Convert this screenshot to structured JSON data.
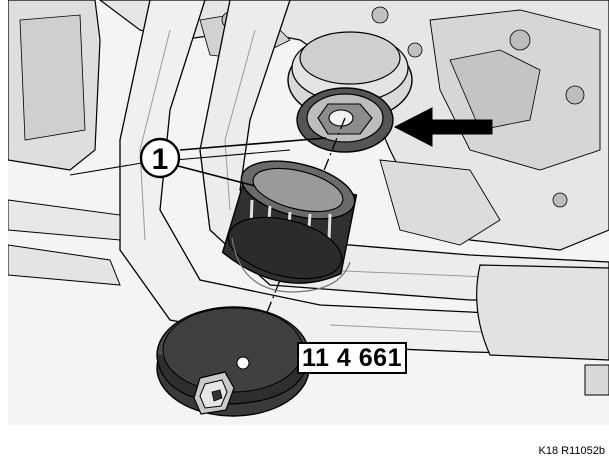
{
  "callouts": [
    {
      "id": "1",
      "label": "1"
    }
  ],
  "tool_label": "11 4 661",
  "figure_ref": "K18 R11052b",
  "colors": {
    "line": "#000000",
    "background": "#ffffff",
    "light_shade": "#e9e9e9",
    "mid_shade": "#c8c8c8",
    "dark_shade": "#333333"
  }
}
